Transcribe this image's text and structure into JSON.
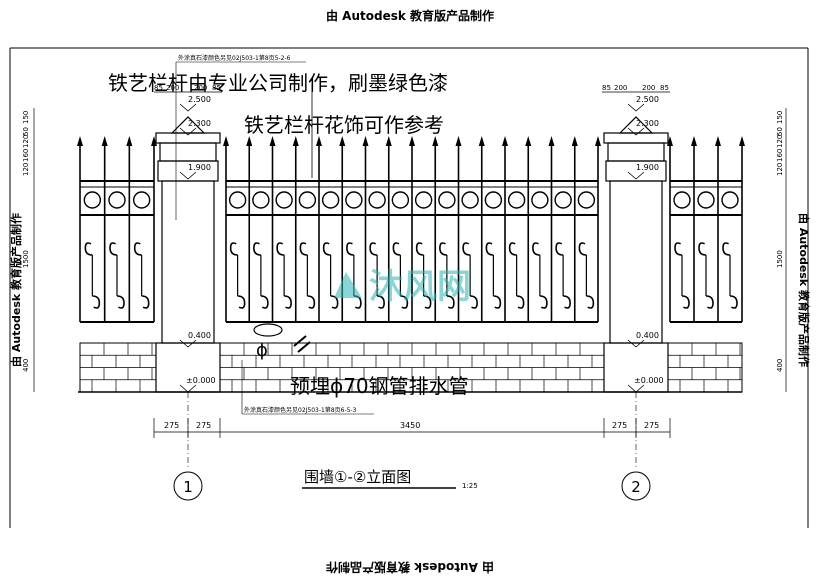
{
  "watermarks": {
    "top": "由 Autodesk 教育版产品制作",
    "bottom": "由 Autodesk 教育版产品制作",
    "left": "由 Autodesk 教育版产品制作",
    "right": "由 Autodesk 教育版产品制作",
    "center_logo": "沐风网"
  },
  "notes": {
    "railing_maker": "铁艺栏杆由专业公司制作，刷墨绿色漆",
    "railing_pattern": "铁艺栏杆花饰可作参考",
    "drain_pipe": "预埋ɸ70钢管排水管",
    "top_ref": "外涂真石漆颜色另见02J503-1第8页5-2-6",
    "bottom_ref": "外涂真石漆颜色另见02J503-1第8页6-5-3"
  },
  "levels": {
    "pier_top": "2.500",
    "cap": "2.300",
    "rail_top": "1.900",
    "wall_top": "0.400",
    "ground": "±0.000"
  },
  "dimensions": {
    "top_left": [
      "85",
      "200",
      "200",
      "85"
    ],
    "top_right": [
      "85",
      "200",
      "200",
      "85"
    ],
    "left_vertical": [
      "50",
      "150",
      "120",
      "160",
      "120",
      "1500",
      "400"
    ],
    "right_vertical": [
      "50",
      "150",
      "120",
      "160",
      "120",
      "1500",
      "400"
    ],
    "bottom": [
      "275",
      "275",
      "3450",
      "275",
      "275"
    ]
  },
  "axes": {
    "left": "1",
    "right": "2"
  },
  "title": {
    "text": "围墙①-②立面图",
    "scale": "1:25"
  },
  "pipe_mark": "ɸ"
}
